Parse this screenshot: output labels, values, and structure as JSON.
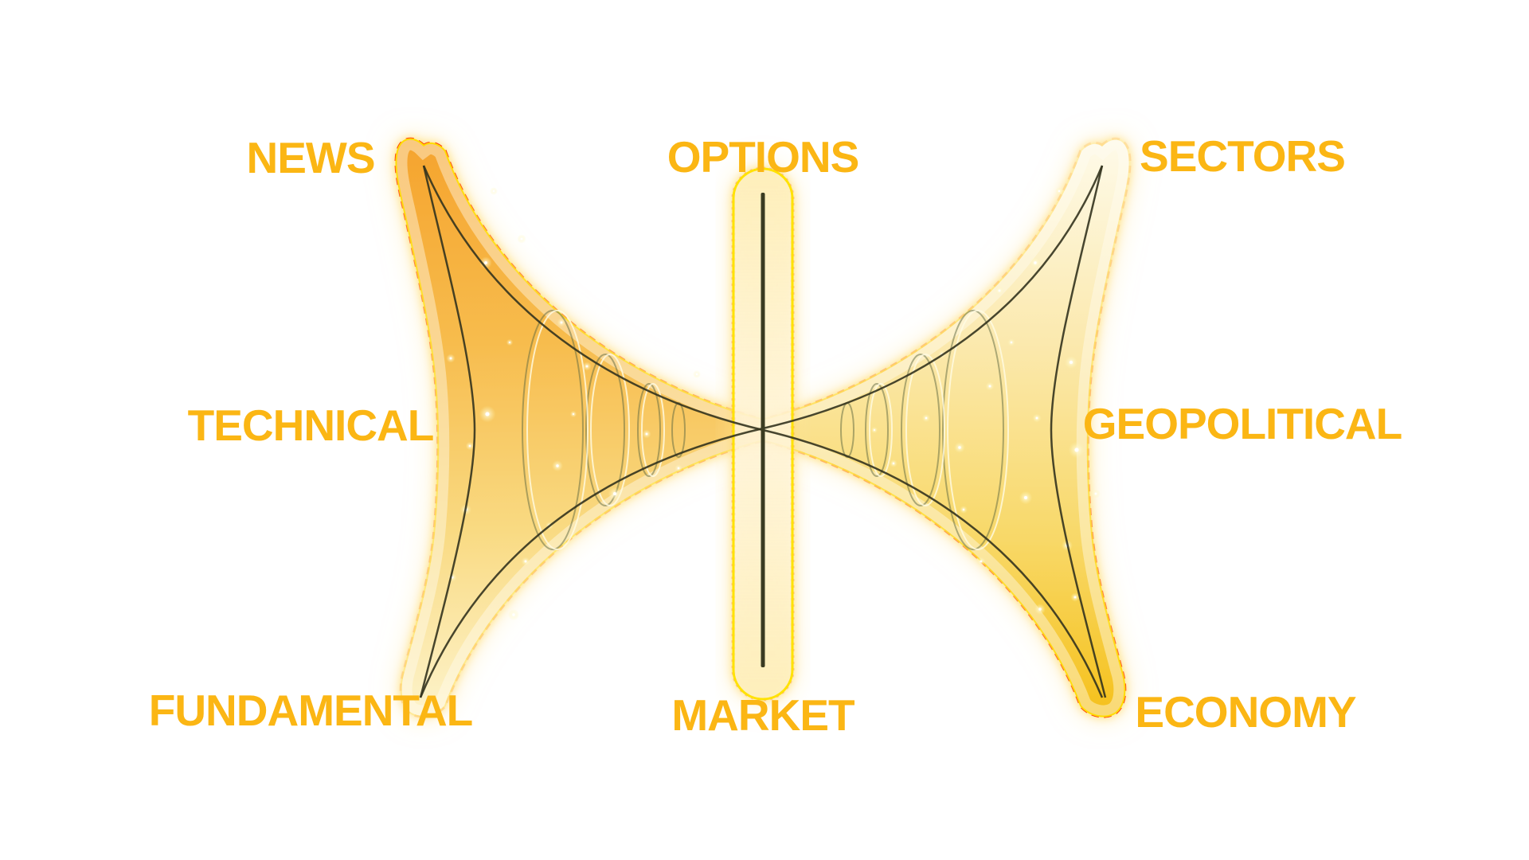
{
  "diagram": {
    "title": "Market influences funnel diagram",
    "figure_type": "hourglass-wormhole-funnel",
    "labels": {
      "news": "NEWS",
      "options": "OPTIONS",
      "sectors": "SECTORS",
      "technical": "TECHNICAL",
      "geopolitical": "GEOPOLITICAL",
      "fundamental": "FUNDAMENTAL",
      "market": "MARKET",
      "economy": "ECONOMY"
    },
    "colors": {
      "background": "#FFFFFF",
      "label_text": "#FBB614",
      "funnel_left_gradient": [
        "#F5A42E",
        "#F7BC4D",
        "#F9DA82",
        "#FDF3CA"
      ],
      "funnel_right_gradient": [
        "#FEFAE8",
        "#FBE9AE",
        "#F8D867",
        "#F5C11C"
      ],
      "edge_yellow": "#FFE206",
      "edge_red": "#FF3B00",
      "curve_dark": "#3A3B22",
      "ring_stroke": "#7E8F6E",
      "bar_fill": "#FFF8DC",
      "sparkle": "#FFFFFF"
    }
  }
}
